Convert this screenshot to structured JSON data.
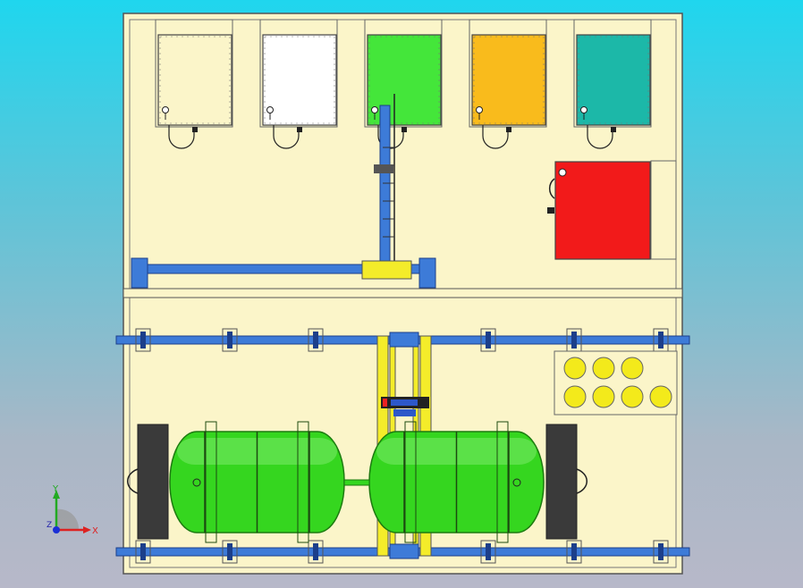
{
  "viewport": {
    "background_top": "#1fd6ee",
    "background_bottom": "#b7b8c9"
  },
  "colors": {
    "frame": "#fbf5c9",
    "frame_stroke": "#555555",
    "beam": "#3d7bd8",
    "beam_dark": "#1c3f8a",
    "tank_green": "#35d61f",
    "tank_dark": "#1c7a10",
    "pad_dark": "#3a3a3a",
    "rail_yellow": "#f4ec2a",
    "cylinder_yellow": "#f2ea1a",
    "red_tank": "#f21a1a"
  },
  "top_tanks": [
    {
      "name": "tank-cream",
      "fill": "#fbf5c9"
    },
    {
      "name": "tank-white",
      "fill": "#ffffff"
    },
    {
      "name": "tank-green",
      "fill": "#44e63a"
    },
    {
      "name": "tank-orange",
      "fill": "#f9bb1c"
    },
    {
      "name": "tank-teal",
      "fill": "#1cb8a8"
    }
  ],
  "red_tank": {
    "fill": "#f21a1a"
  },
  "gas_cylinders": {
    "count": 7,
    "fill": "#f3ea1b"
  },
  "pressure_vessels": {
    "count": 2,
    "fill": "#35d61f"
  },
  "axis_triad": {
    "x_label": "X",
    "y_label": "Y",
    "z_label": "Z"
  }
}
